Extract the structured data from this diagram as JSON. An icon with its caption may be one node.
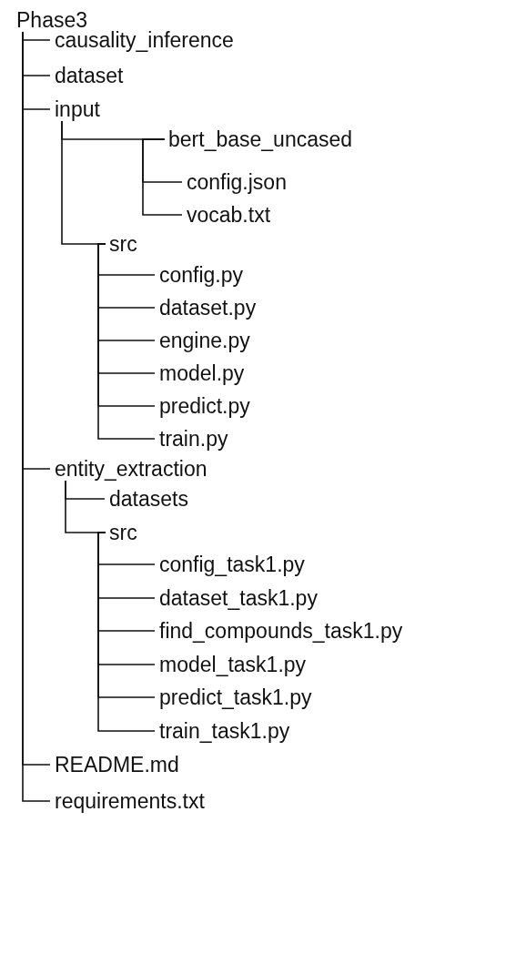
{
  "diagram": {
    "nodes": [
      {
        "text": [
          "Phase3"
        ]
      },
      {
        "text": [
          "causality_inference"
        ]
      },
      {
        "text": [
          "dataset"
        ]
      },
      {
        "text": [
          "input"
        ]
      },
      {
        "text": [
          "bert_base_uncased"
        ]
      },
      {
        "text": [
          "config.json"
        ]
      },
      {
        "text": [
          "vocab.txt"
        ]
      },
      {
        "text": [
          "src"
        ]
      },
      {
        "text": [
          "config.py"
        ]
      },
      {
        "text": [
          "dataset.py"
        ]
      },
      {
        "text": [
          "engine.py"
        ]
      },
      {
        "text": [
          "model.py"
        ]
      },
      {
        "text": [
          "predict.py"
        ]
      },
      {
        "text": [
          "train.py"
        ]
      },
      {
        "text": [
          "entity_extraction"
        ]
      },
      {
        "text": [
          "datasets"
        ]
      },
      {
        "text": [
          "src"
        ]
      },
      {
        "text": [
          "config_task1.py"
        ]
      },
      {
        "text": [
          "dataset_task1.py"
        ]
      },
      {
        "text": [
          "find_compounds_task1.py"
        ]
      },
      {
        "text": [
          "model_task1.py"
        ]
      },
      {
        "text": [
          "predict_task1.py"
        ]
      },
      {
        "text": [
          "train_task1.py"
        ]
      },
      {
        "text": [
          "README.md"
        ]
      },
      {
        "text": [
          "requirements.txt"
        ]
      }
    ],
    "edges": [
      {
        "from": 0,
        "to": 1,
        "arrow": "none"
      },
      {
        "from": 0,
        "to": 2,
        "arrow": "none"
      },
      {
        "from": 0,
        "to": 3,
        "arrow": "none"
      },
      {
        "from": 3,
        "to": 4,
        "arrow": "none"
      },
      {
        "from": 4,
        "to": 5,
        "arrow": "none"
      },
      {
        "from": 4,
        "to": 6,
        "arrow": "none"
      },
      {
        "from": 3,
        "to": 7,
        "arrow": "none"
      },
      {
        "from": 7,
        "to": 8,
        "arrow": "none"
      },
      {
        "from": 7,
        "to": 9,
        "arrow": "none"
      },
      {
        "from": 7,
        "to": 10,
        "arrow": "none"
      },
      {
        "from": 7,
        "to": 11,
        "arrow": "none"
      },
      {
        "from": 7,
        "to": 12,
        "arrow": "none"
      },
      {
        "from": 7,
        "to": 13,
        "arrow": "none"
      },
      {
        "from": 0,
        "to": 14,
        "arrow": "none"
      },
      {
        "from": 14,
        "to": 15,
        "arrow": "none"
      },
      {
        "from": 14,
        "to": 16,
        "arrow": "none"
      },
      {
        "from": 16,
        "to": 17,
        "arrow": "none"
      },
      {
        "from": 16,
        "to": 18,
        "arrow": "none"
      },
      {
        "from": 16,
        "to": 19,
        "arrow": "none"
      },
      {
        "from": 16,
        "to": 20,
        "arrow": "none"
      },
      {
        "from": 16,
        "to": 21,
        "arrow": "none"
      },
      {
        "from": 16,
        "to": 22,
        "arrow": "none"
      },
      {
        "from": 0,
        "to": 23,
        "arrow": "none"
      },
      {
        "from": 0,
        "to": 24,
        "arrow": "none"
      }
    ]
  }
}
